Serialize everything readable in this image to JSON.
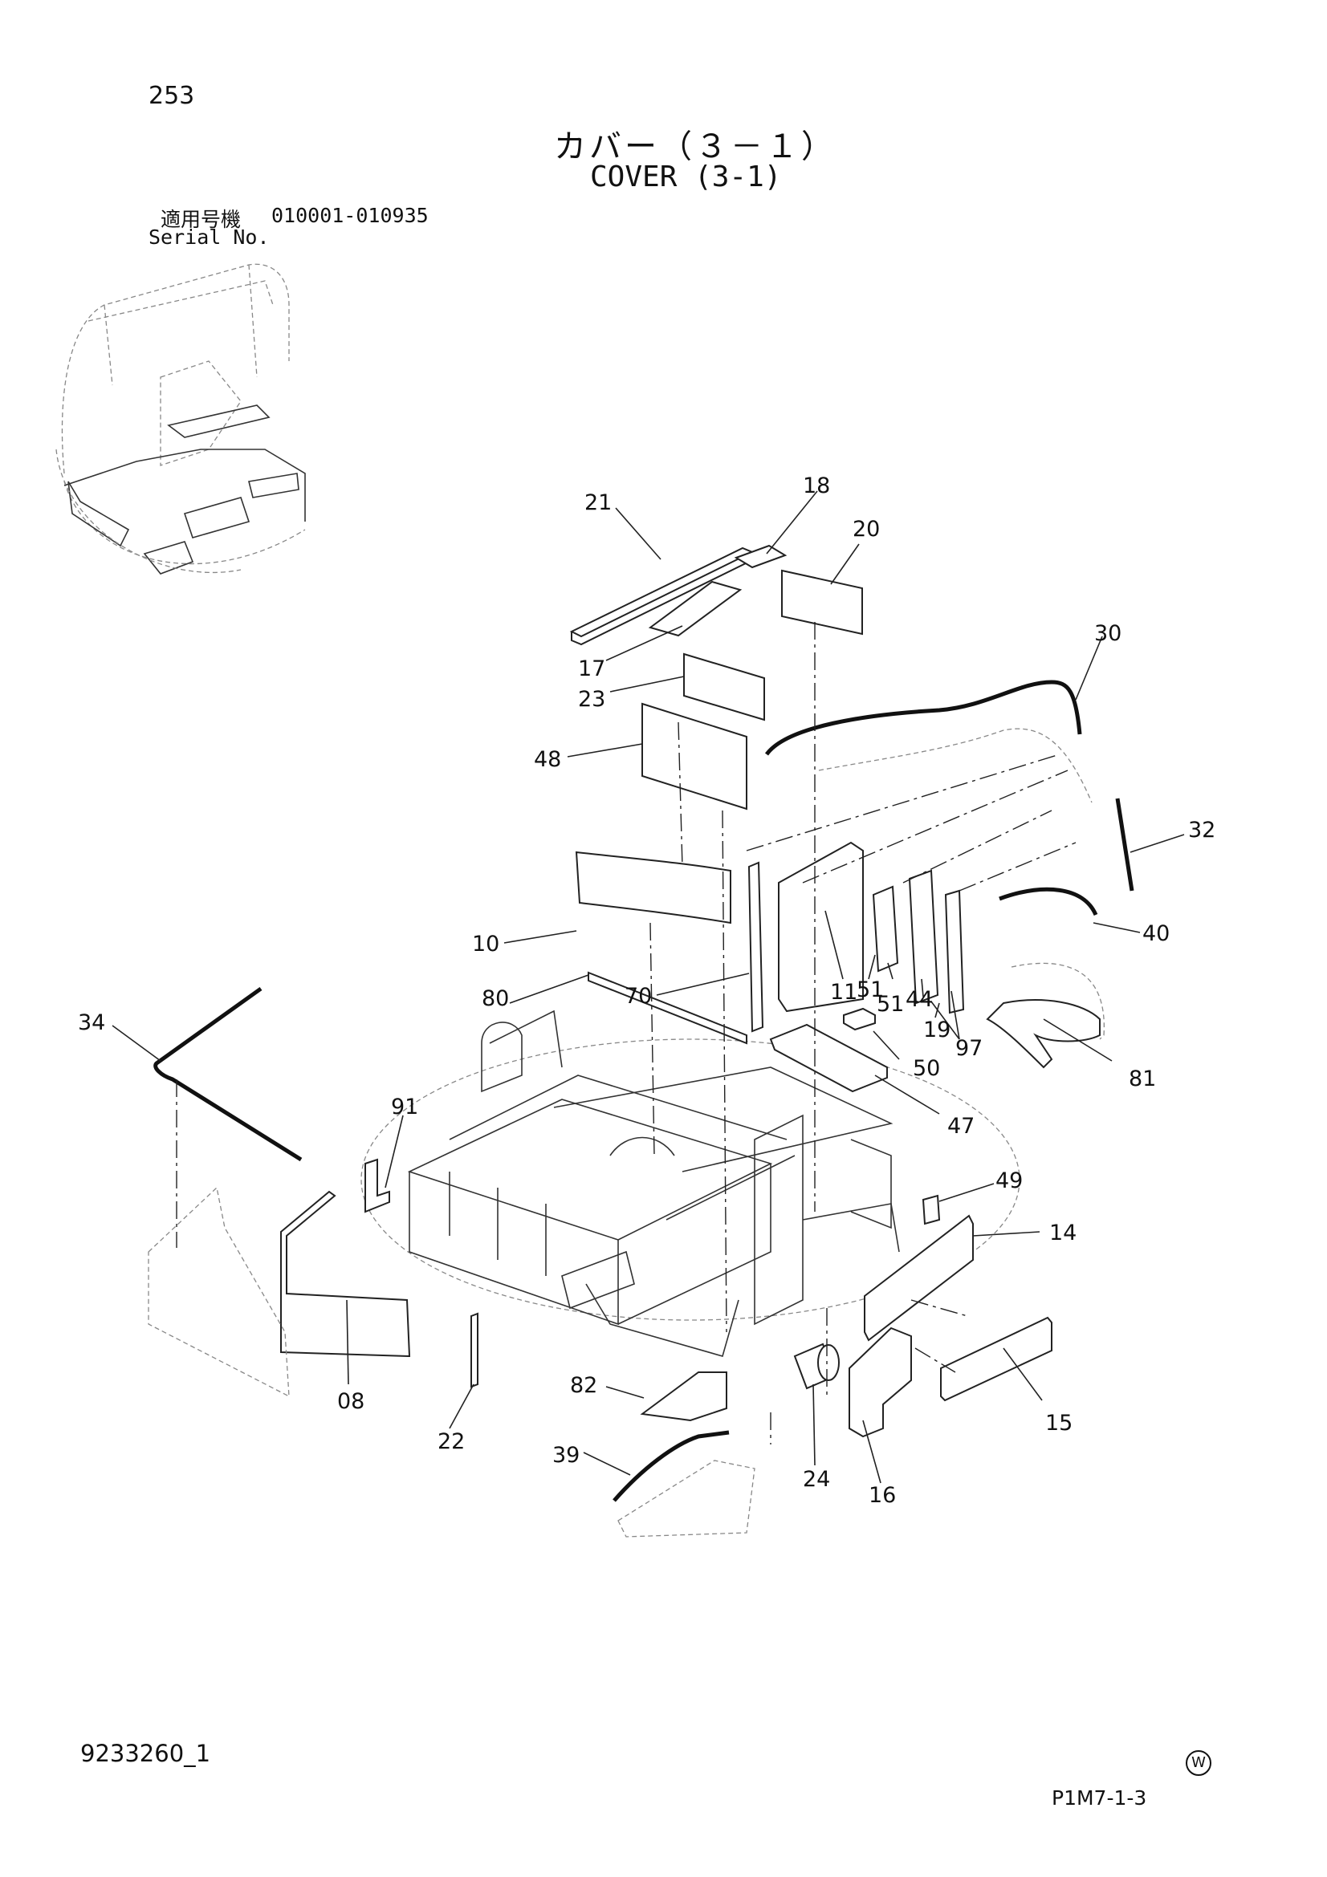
{
  "header": {
    "page_number": "253",
    "title_jp": "カバー（３－１）",
    "title_en": "COVER (3-1)",
    "serial_label_jp": "適用号機",
    "serial_label_en": "Serial No.",
    "serial_value": "010001-010935"
  },
  "footer": {
    "document_id": "9233260_1",
    "page_code": "P1M7-1-3",
    "mark": "W"
  },
  "callouts": [
    "21",
    "18",
    "20",
    "17",
    "23",
    "30",
    "48",
    "32",
    "10",
    "40",
    "70",
    "80",
    "11",
    "51",
    "51",
    "44",
    "19",
    "97",
    "34",
    "50",
    "81",
    "91",
    "47",
    "49",
    "14",
    "08",
    "22",
    "82",
    "15",
    "24",
    "39",
    "16"
  ],
  "icons": {
    "key_map": "machine-overview-icon",
    "mark": "circled-w-icon"
  }
}
